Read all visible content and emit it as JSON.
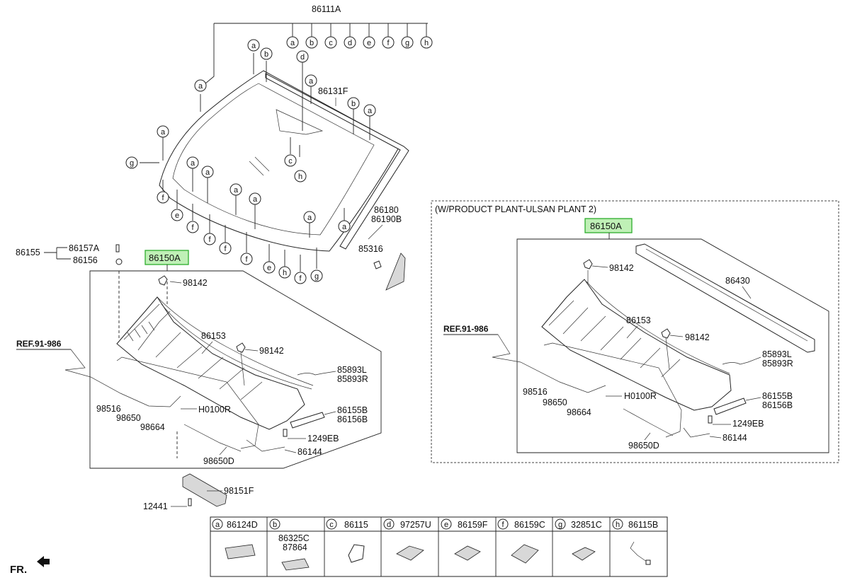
{
  "main_assembly": {
    "windshield_set": "86111A",
    "glass_molding": "86131F",
    "molding_upper": "86180",
    "molding_lower": "86190B",
    "garnish_clip": "85316",
    "clip_group": "86155",
    "clip_a": "86157A",
    "clip_b": "86156",
    "cowl_panel": "86150A",
    "grommet": "98142",
    "cowl_inner": "86153",
    "ref": "REF.91-986",
    "nozzle_hose": "98516",
    "hose_joint": "98650",
    "hose_clip": "98664",
    "h_clip": "H0100R",
    "hose_long": "98650D",
    "cover_l": "85893L",
    "cover_r": "85893R",
    "seal_b": "86155B",
    "seal_c": "86156B",
    "bolt": "1249EB",
    "weatherstrip": "86144",
    "cowl_extension": "98151F",
    "screw": "12441",
    "circles_top": [
      "a",
      "b",
      "c",
      "d",
      "e",
      "f",
      "g",
      "h"
    ]
  },
  "variant": {
    "caption": "(W/PRODUCT PLANT-ULSAN PLANT 2)",
    "cowl_panel": "86150A",
    "seal_strip": "86430",
    "grommet": "98142",
    "cowl_inner": "86153",
    "grommet_b": "98142",
    "ref": "REF.91-986",
    "cover_l": "85893L",
    "cover_r": "85893R",
    "nozzle_hose": "98516",
    "hose_joint": "98650",
    "h_clip": "H0100R",
    "hose_clip": "98664",
    "seal_b": "86155B",
    "seal_c": "86156B",
    "bolt": "1249EB",
    "weatherstrip": "86144",
    "hose_long": "98650D"
  },
  "legend": [
    {
      "letter": "a",
      "parts": [
        "86124D"
      ]
    },
    {
      "letter": "b",
      "parts": [
        "86325C",
        "87864"
      ]
    },
    {
      "letter": "c",
      "parts": [
        "86115"
      ]
    },
    {
      "letter": "d",
      "parts": [
        "97257U"
      ]
    },
    {
      "letter": "e",
      "parts": [
        "86159F"
      ]
    },
    {
      "letter": "f",
      "parts": [
        "86159C"
      ]
    },
    {
      "letter": "g",
      "parts": [
        "32851C"
      ]
    },
    {
      "letter": "h",
      "parts": [
        "86115B"
      ]
    }
  ],
  "front_marker": "FR.",
  "colors": {
    "highlight_fill": "#bff0b6",
    "highlight_border": "#2dad2d",
    "line": "#222222"
  }
}
